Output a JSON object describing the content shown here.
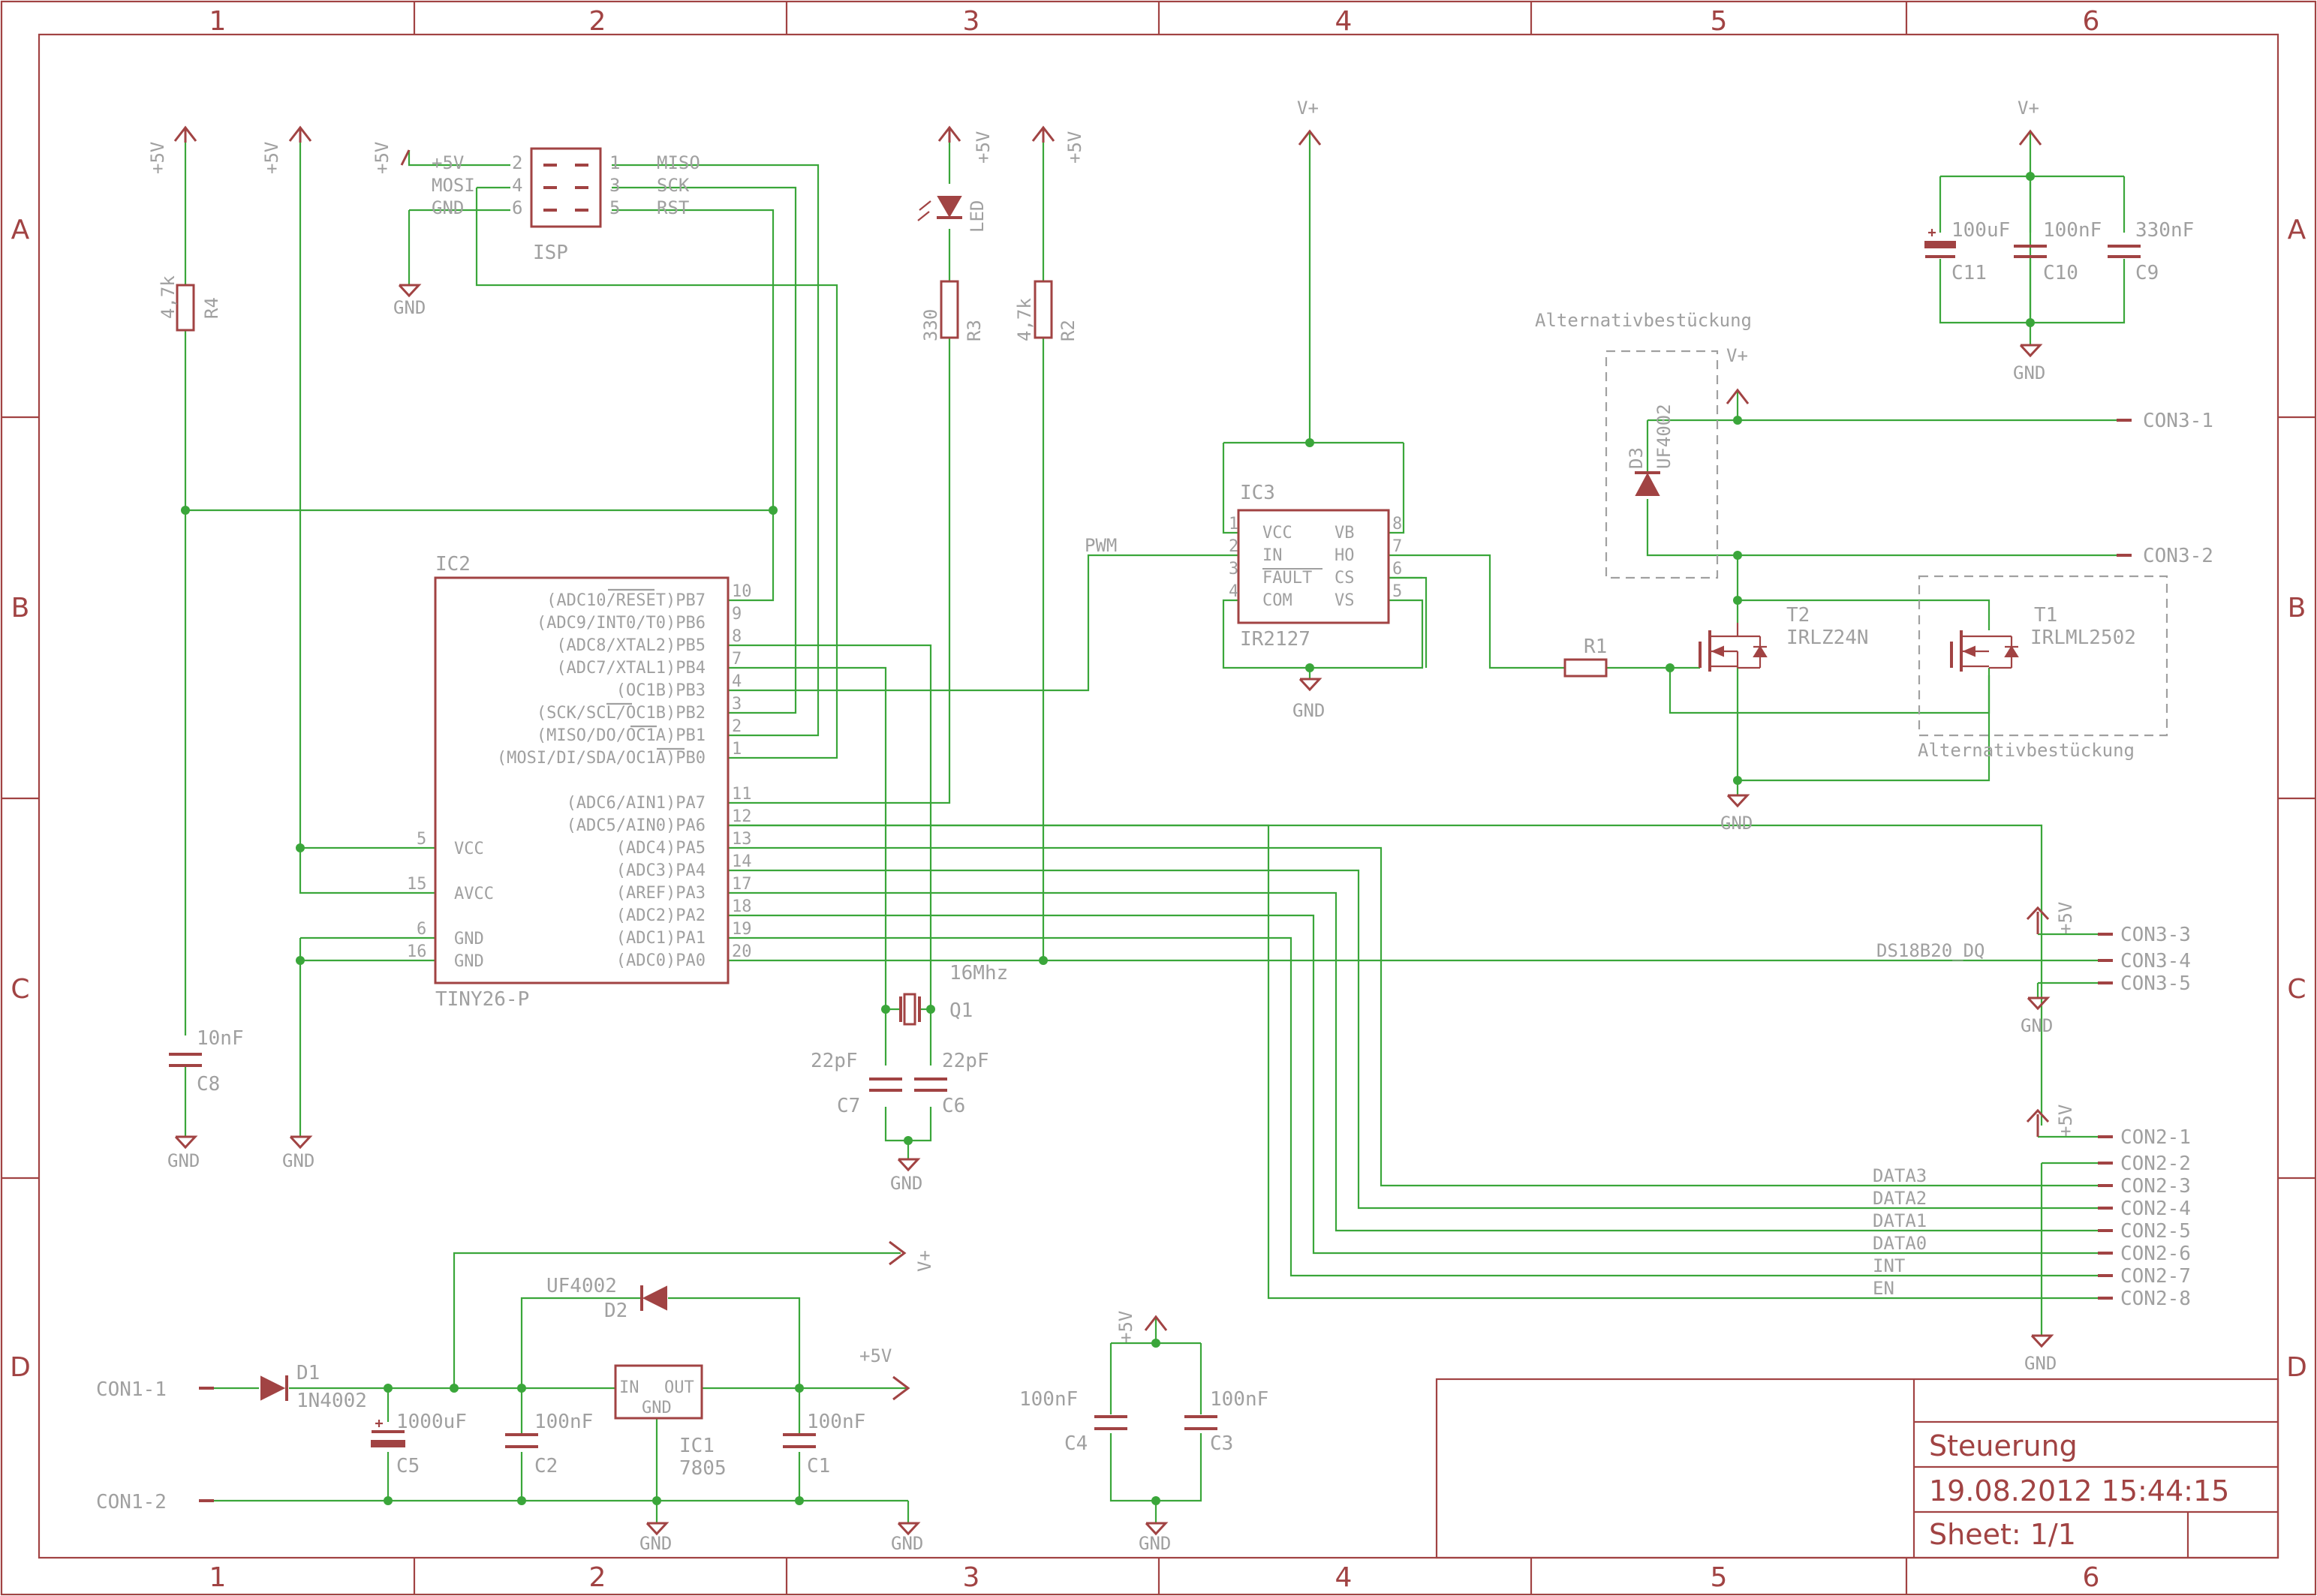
{
  "frame": {
    "columns": [
      "1",
      "2",
      "3",
      "4",
      "5",
      "6"
    ],
    "rows": [
      "A",
      "B",
      "C",
      "D"
    ]
  },
  "title_block": {
    "title": "Steuerung",
    "date": "19.08.2012 15:44:15",
    "sheet": "Sheet: 1/1"
  },
  "parts": {
    "ic2": {
      "name": "IC2",
      "value": "TINY26-P",
      "pins_right": [
        {
          "label": "(ADC10/RESET)PB7",
          "num": "10"
        },
        {
          "label": "(ADC9/INT0/T0)PB6",
          "num": "9"
        },
        {
          "label": "(ADC8/XTAL2)PB5",
          "num": "8"
        },
        {
          "label": "(ADC7/XTAL1)PB4",
          "num": "7"
        },
        {
          "label": "(OC1B)PB3",
          "num": "4"
        },
        {
          "label": "(SCK/SCL/OC1B)PB2",
          "num": "3"
        },
        {
          "label": "(MISO/DO/OC1A)PB1",
          "num": "2"
        },
        {
          "label": "(MOSI/DI/SDA/OC1A)PB0",
          "num": "1"
        },
        {
          "label": "(ADC6/AIN1)PA7",
          "num": "11"
        },
        {
          "label": "(ADC5/AIN0)PA6",
          "num": "12"
        },
        {
          "label": "(ADC4)PA5",
          "num": "13"
        },
        {
          "label": "(ADC3)PA4",
          "num": "14"
        },
        {
          "label": "(AREF)PA3",
          "num": "17"
        },
        {
          "label": "(ADC2)PA2",
          "num": "18"
        },
        {
          "label": "(ADC1)PA1",
          "num": "19"
        },
        {
          "label": "(ADC0)PA0",
          "num": "20"
        }
      ],
      "pins_left": [
        {
          "label": "VCC",
          "num": "5"
        },
        {
          "label": "AVCC",
          "num": "15"
        },
        {
          "label": "GND",
          "num": "6"
        },
        {
          "label": "GND",
          "num": "16"
        }
      ]
    },
    "ic3": {
      "name": "IC3",
      "value": "IR2127",
      "pins_left": [
        {
          "label": "VCC",
          "num": "1"
        },
        {
          "label": "IN",
          "num": "2"
        },
        {
          "label": "FAULT",
          "num": "3"
        },
        {
          "label": "COM",
          "num": "4"
        }
      ],
      "pins_right": [
        {
          "label": "VB",
          "num": "8"
        },
        {
          "label": "HO",
          "num": "7"
        },
        {
          "label": "CS",
          "num": "6"
        },
        {
          "label": "VS",
          "num": "5"
        }
      ]
    },
    "isp": {
      "name": "ISP",
      "left": [
        {
          "sig": "+5V",
          "num": "2"
        },
        {
          "sig": "MOSI",
          "num": "4"
        },
        {
          "sig": "GND",
          "num": "6"
        }
      ],
      "right": [
        {
          "sig": "MISO",
          "num": "1"
        },
        {
          "sig": "SCK",
          "num": "3"
        },
        {
          "sig": "RST",
          "num": "5"
        }
      ]
    },
    "r4": {
      "name": "R4",
      "value": "4,7k"
    },
    "r3": {
      "name": "R3",
      "value": "330"
    },
    "r2": {
      "name": "R2",
      "value": "4,7k"
    },
    "r1": {
      "name": "R1"
    },
    "led": {
      "name": "LED"
    },
    "c8": {
      "name": "C8",
      "value": "10nF"
    },
    "c7": {
      "name": "C7",
      "value": "22pF"
    },
    "c6": {
      "name": "C6",
      "value": "22pF"
    },
    "q1": {
      "name": "Q1",
      "value": "16Mhz"
    },
    "c11": {
      "name": "C11",
      "value": "100uF"
    },
    "c10": {
      "name": "C10",
      "value": "100nF"
    },
    "c9": {
      "name": "C9",
      "value": "330nF"
    },
    "d3": {
      "name": "D3",
      "value": "UF4002"
    },
    "t2": {
      "name": "T2",
      "value": "IRLZ24N"
    },
    "t1": {
      "name": "T1",
      "value": "IRLML2502"
    },
    "d1": {
      "name": "D1",
      "value": "1N4002"
    },
    "d2": {
      "name": "D2",
      "value": "UF4002"
    },
    "c5": {
      "name": "C5",
      "value": "1000uF"
    },
    "c2": {
      "name": "C2",
      "value": "100nF"
    },
    "c1": {
      "name": "C1",
      "value": "100nF"
    },
    "ic1": {
      "name": "IC1",
      "value": "7805",
      "pin_in": "IN",
      "pin_out": "OUT",
      "pin_gnd": "GND"
    },
    "c4": {
      "name": "C4",
      "value": "100nF"
    },
    "c3": {
      "name": "C3",
      "value": "100nF"
    }
  },
  "labels": {
    "p5v": "+5V",
    "vplus": "V+",
    "gnd": "GND",
    "pwm": "PWM",
    "alt": "Alternativbestückung",
    "ds": "DS18B20_DQ",
    "nets": [
      "DATA3",
      "DATA2",
      "DATA1",
      "DATA0",
      "INT",
      "EN"
    ]
  },
  "connectors": {
    "con3": [
      "CON3-1",
      "CON3-2",
      "CON3-3",
      "CON3-4",
      "CON3-5"
    ],
    "con2": [
      "CON2-1",
      "CON2-2",
      "CON2-3",
      "CON2-4",
      "CON2-5",
      "CON2-6",
      "CON2-7",
      "CON2-8"
    ],
    "con1": [
      "CON1-1",
      "CON1-2"
    ]
  }
}
